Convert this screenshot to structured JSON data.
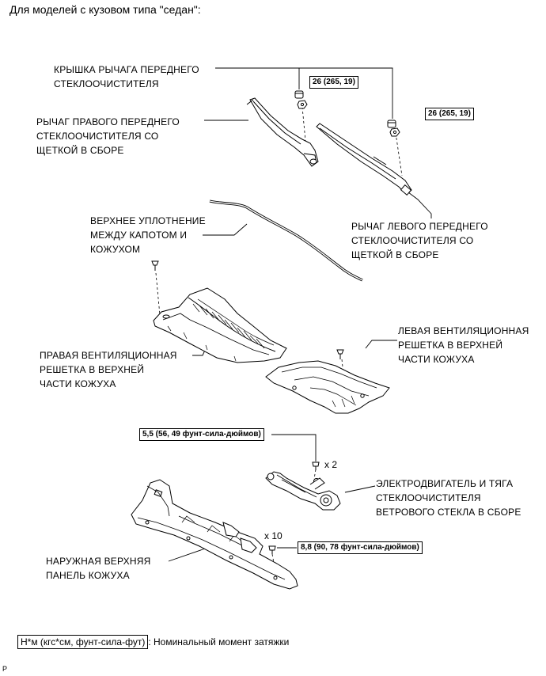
{
  "heading": "Для моделей с кузовом типа \"седан\":",
  "labels": {
    "cover": [
      "КРЫШКА РЫЧАГА ПЕРЕДНЕГО",
      "СТЕКЛООЧИСТИТЕЛЯ"
    ],
    "right_arm": [
      "РЫЧАГ ПРАВОГО ПЕРЕДНЕГО",
      "СТЕКЛООЧИСТИТЕЛЯ СО",
      "ЩЕТКОЙ В СБОРЕ"
    ],
    "left_arm": [
      "РЫЧАГ ЛЕВОГО ПЕРЕДНЕГО",
      "СТЕКЛООЧИСТИТЕЛЯ СО",
      "ЩЕТКОЙ В СБОРЕ"
    ],
    "seal": [
      "ВЕРХНЕЕ УПЛОТНЕНИЕ",
      "МЕЖДУ КАПОТОМ И",
      "КОЖУХОМ"
    ],
    "right_grille": [
      "ПРАВАЯ ВЕНТИЛЯЦИОННАЯ",
      "РЕШЕТКА В ВЕРХНЕЙ",
      "ЧАСТИ КОЖУХА"
    ],
    "left_grille": [
      "ЛЕВАЯ ВЕНТИЛЯЦИОННАЯ",
      "РЕШЕТКА В ВЕРХНЕЙ",
      "ЧАСТИ КОЖУХА"
    ],
    "motor": [
      "ЭЛЕКТРОДВИГАТЕЛЬ И ТЯГА",
      "СТЕКЛООЧИСТИТЕЛЯ",
      "ВЕТРОВОГО СТЕКЛА В СБОРЕ"
    ],
    "panel": [
      "НАРУЖНАЯ ВЕРХНЯЯ",
      "ПАНЕЛЬ КОЖУХА"
    ]
  },
  "torques": {
    "nut_right": "26 (265, 19)",
    "nut_left": "26 (265, 19)",
    "motor_bolt": "5,5 (56, 49 фунт-сила-дюймов)",
    "panel_bolt": "8,8 (90, 78 фунт-сила-дюймов)"
  },
  "quantities": {
    "motor_bolts": "x 2",
    "panel_bolts": "x 10"
  },
  "legend": {
    "key": "Н*м (кгс*см, фунт-сила-фут)",
    "text": ": Номинальный момент затяжки"
  },
  "page_code": "P"
}
